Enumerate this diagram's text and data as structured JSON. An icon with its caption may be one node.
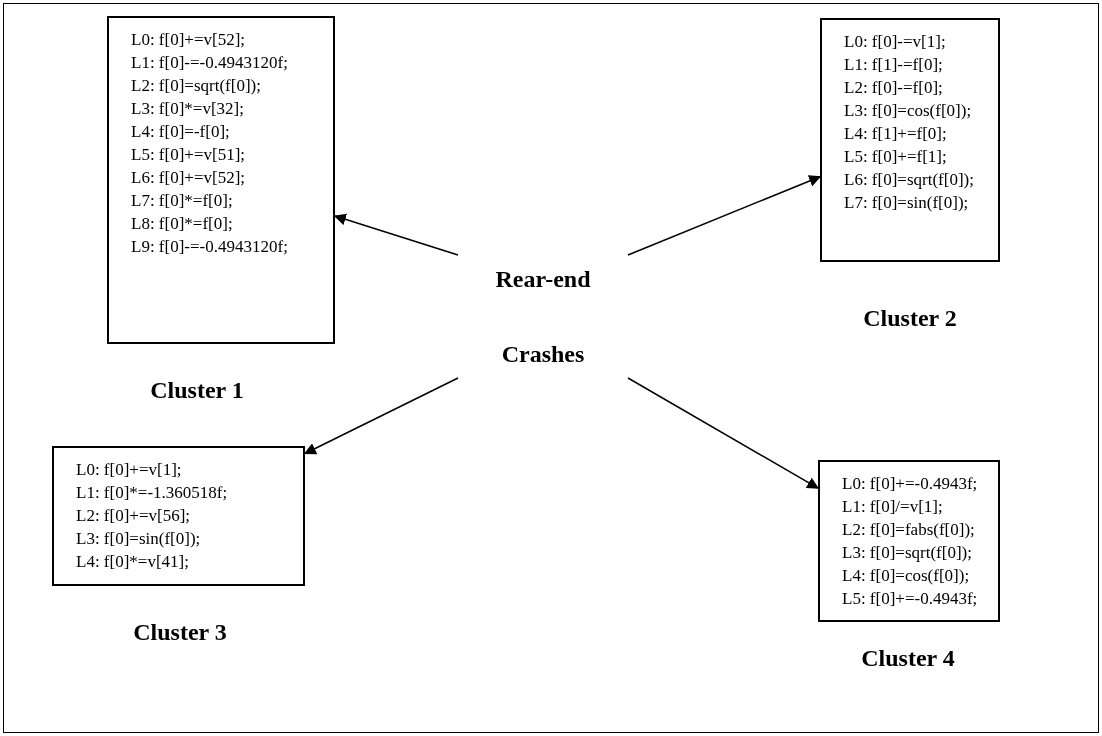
{
  "diagram": {
    "nodes": [
      {
        "text": [
          "Rear-end Crashes"
        ]
      },
      {
        "text": [
          "L0: f[0]+=v[52];",
          "L1: f[0]-=-0.4943120f;",
          "L2: f[0]=sqrt(f[0]);",
          "L3: f[0]*=v[32];",
          "L4: f[0]=-f[0];",
          "L5: f[0]+=v[51];",
          "L6: f[0]+=v[52];",
          "L7: f[0]*=f[0];",
          "L8: f[0]*=f[0];",
          "L9: f[0]-=-0.4943120f;"
        ],
        "beside": [
          "Cluster 1"
        ]
      },
      {
        "text": [
          "L0: f[0]-=v[1];",
          "L1: f[1]-=f[0];",
          "L2: f[0]-=f[0];",
          "L3: f[0]=cos(f[0]);",
          "L4: f[1]+=f[0];",
          "L5: f[0]+=f[1];",
          "L6: f[0]=sqrt(f[0]);",
          "L7: f[0]=sin(f[0]);"
        ],
        "beside": [
          "Cluster 2"
        ]
      },
      {
        "text": [
          "L0: f[0]+=v[1];",
          "L1: f[0]*=-1.360518f;",
          "L2: f[0]+=v[56];",
          "L3: f[0]=sin(f[0]);",
          "L4: f[0]*=v[41];"
        ],
        "beside": [
          "Cluster 3"
        ]
      },
      {
        "text": [
          "L0: f[0]+=-0.4943f;",
          "L1: f[0]/=v[1];",
          "L2: f[0]=fabs(f[0]);",
          "L3: f[0]=sqrt(f[0]);",
          "L4: f[0]=cos(f[0]);",
          "L5: f[0]+=-0.4943f;"
        ],
        "beside": [
          "Cluster 4"
        ]
      }
    ],
    "edges": [
      {
        "from": 0,
        "to": 1,
        "arrow": "to"
      },
      {
        "from": 0,
        "to": 2,
        "arrow": "to"
      },
      {
        "from": 0,
        "to": 3,
        "arrow": "to"
      },
      {
        "from": 0,
        "to": 4,
        "arrow": "to"
      }
    ]
  }
}
